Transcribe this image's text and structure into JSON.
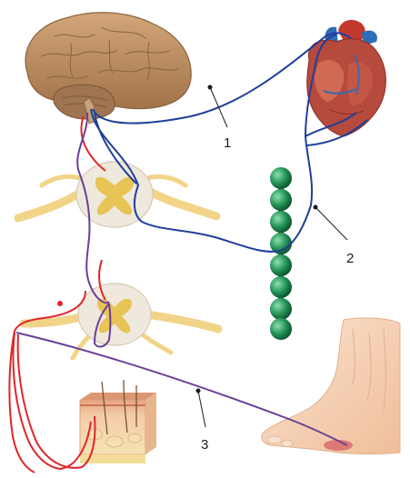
{
  "callouts": [
    {
      "label": "1"
    },
    {
      "label": "2"
    },
    {
      "label": "3"
    }
  ],
  "colors": {
    "nerve_blue": "#1f3f9a",
    "nerve_red": "#e0262a",
    "nerve_purple": "#6a3f98",
    "brain": "#b98d62",
    "cerebellum": "#9e7550",
    "spinal_cord": "#efe8dc",
    "grey_matter": "#e8c456",
    "ganglion_chain": "#22834f",
    "heart": "#b64a3c",
    "skin": "#f1c9a8",
    "foot": "#f6d7bd"
  },
  "icons": [
    "brain-icon",
    "heart-icon",
    "spinal-cord-icon",
    "sympathetic-chain-icon",
    "skin-icon",
    "foot-icon"
  ]
}
